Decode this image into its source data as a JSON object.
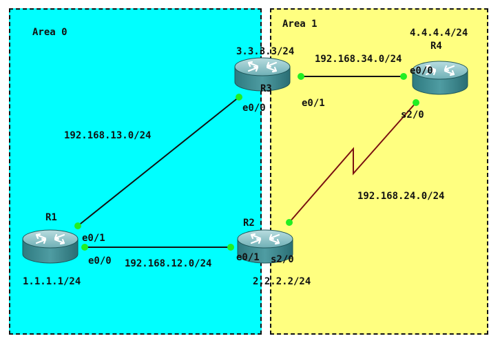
{
  "areas": {
    "area0": {
      "label": "Area 0",
      "color": "#00ffff"
    },
    "area1": {
      "label": "Area 1",
      "color": "#ffff80"
    }
  },
  "routers": {
    "r1": {
      "name": "R1",
      "loopback": "1.1.1.1/24"
    },
    "r2": {
      "name": "R2",
      "loopback": "2.2.2.2/24"
    },
    "r3": {
      "name": "R3",
      "loopback": "3.3.3.3/24"
    },
    "r4": {
      "name": "R4",
      "loopback": "4.4.4.4/24"
    }
  },
  "links": {
    "r1_r2": {
      "subnet": "192.168.12.0/24",
      "r1_if": "e0/0",
      "r2_if": "e0/1",
      "type": "ethernet"
    },
    "r1_r3": {
      "subnet": "192.168.13.0/24",
      "r1_if": "e0/1",
      "r3_if": "e0/0",
      "type": "ethernet"
    },
    "r3_r4": {
      "subnet": "192.168.34.0/24",
      "r3_if": "e0/1",
      "r4_if": "e0/0",
      "type": "ethernet"
    },
    "r2_r4": {
      "subnet": "192.168.24.0/24",
      "r2_if": "s2/0",
      "r4_if": "s2/0",
      "type": "serial"
    }
  },
  "colors": {
    "ethernet_link": "#111111",
    "serial_link": "#7a1010",
    "interface_dot": "#22ee22",
    "router_body": "#3f8f96"
  }
}
